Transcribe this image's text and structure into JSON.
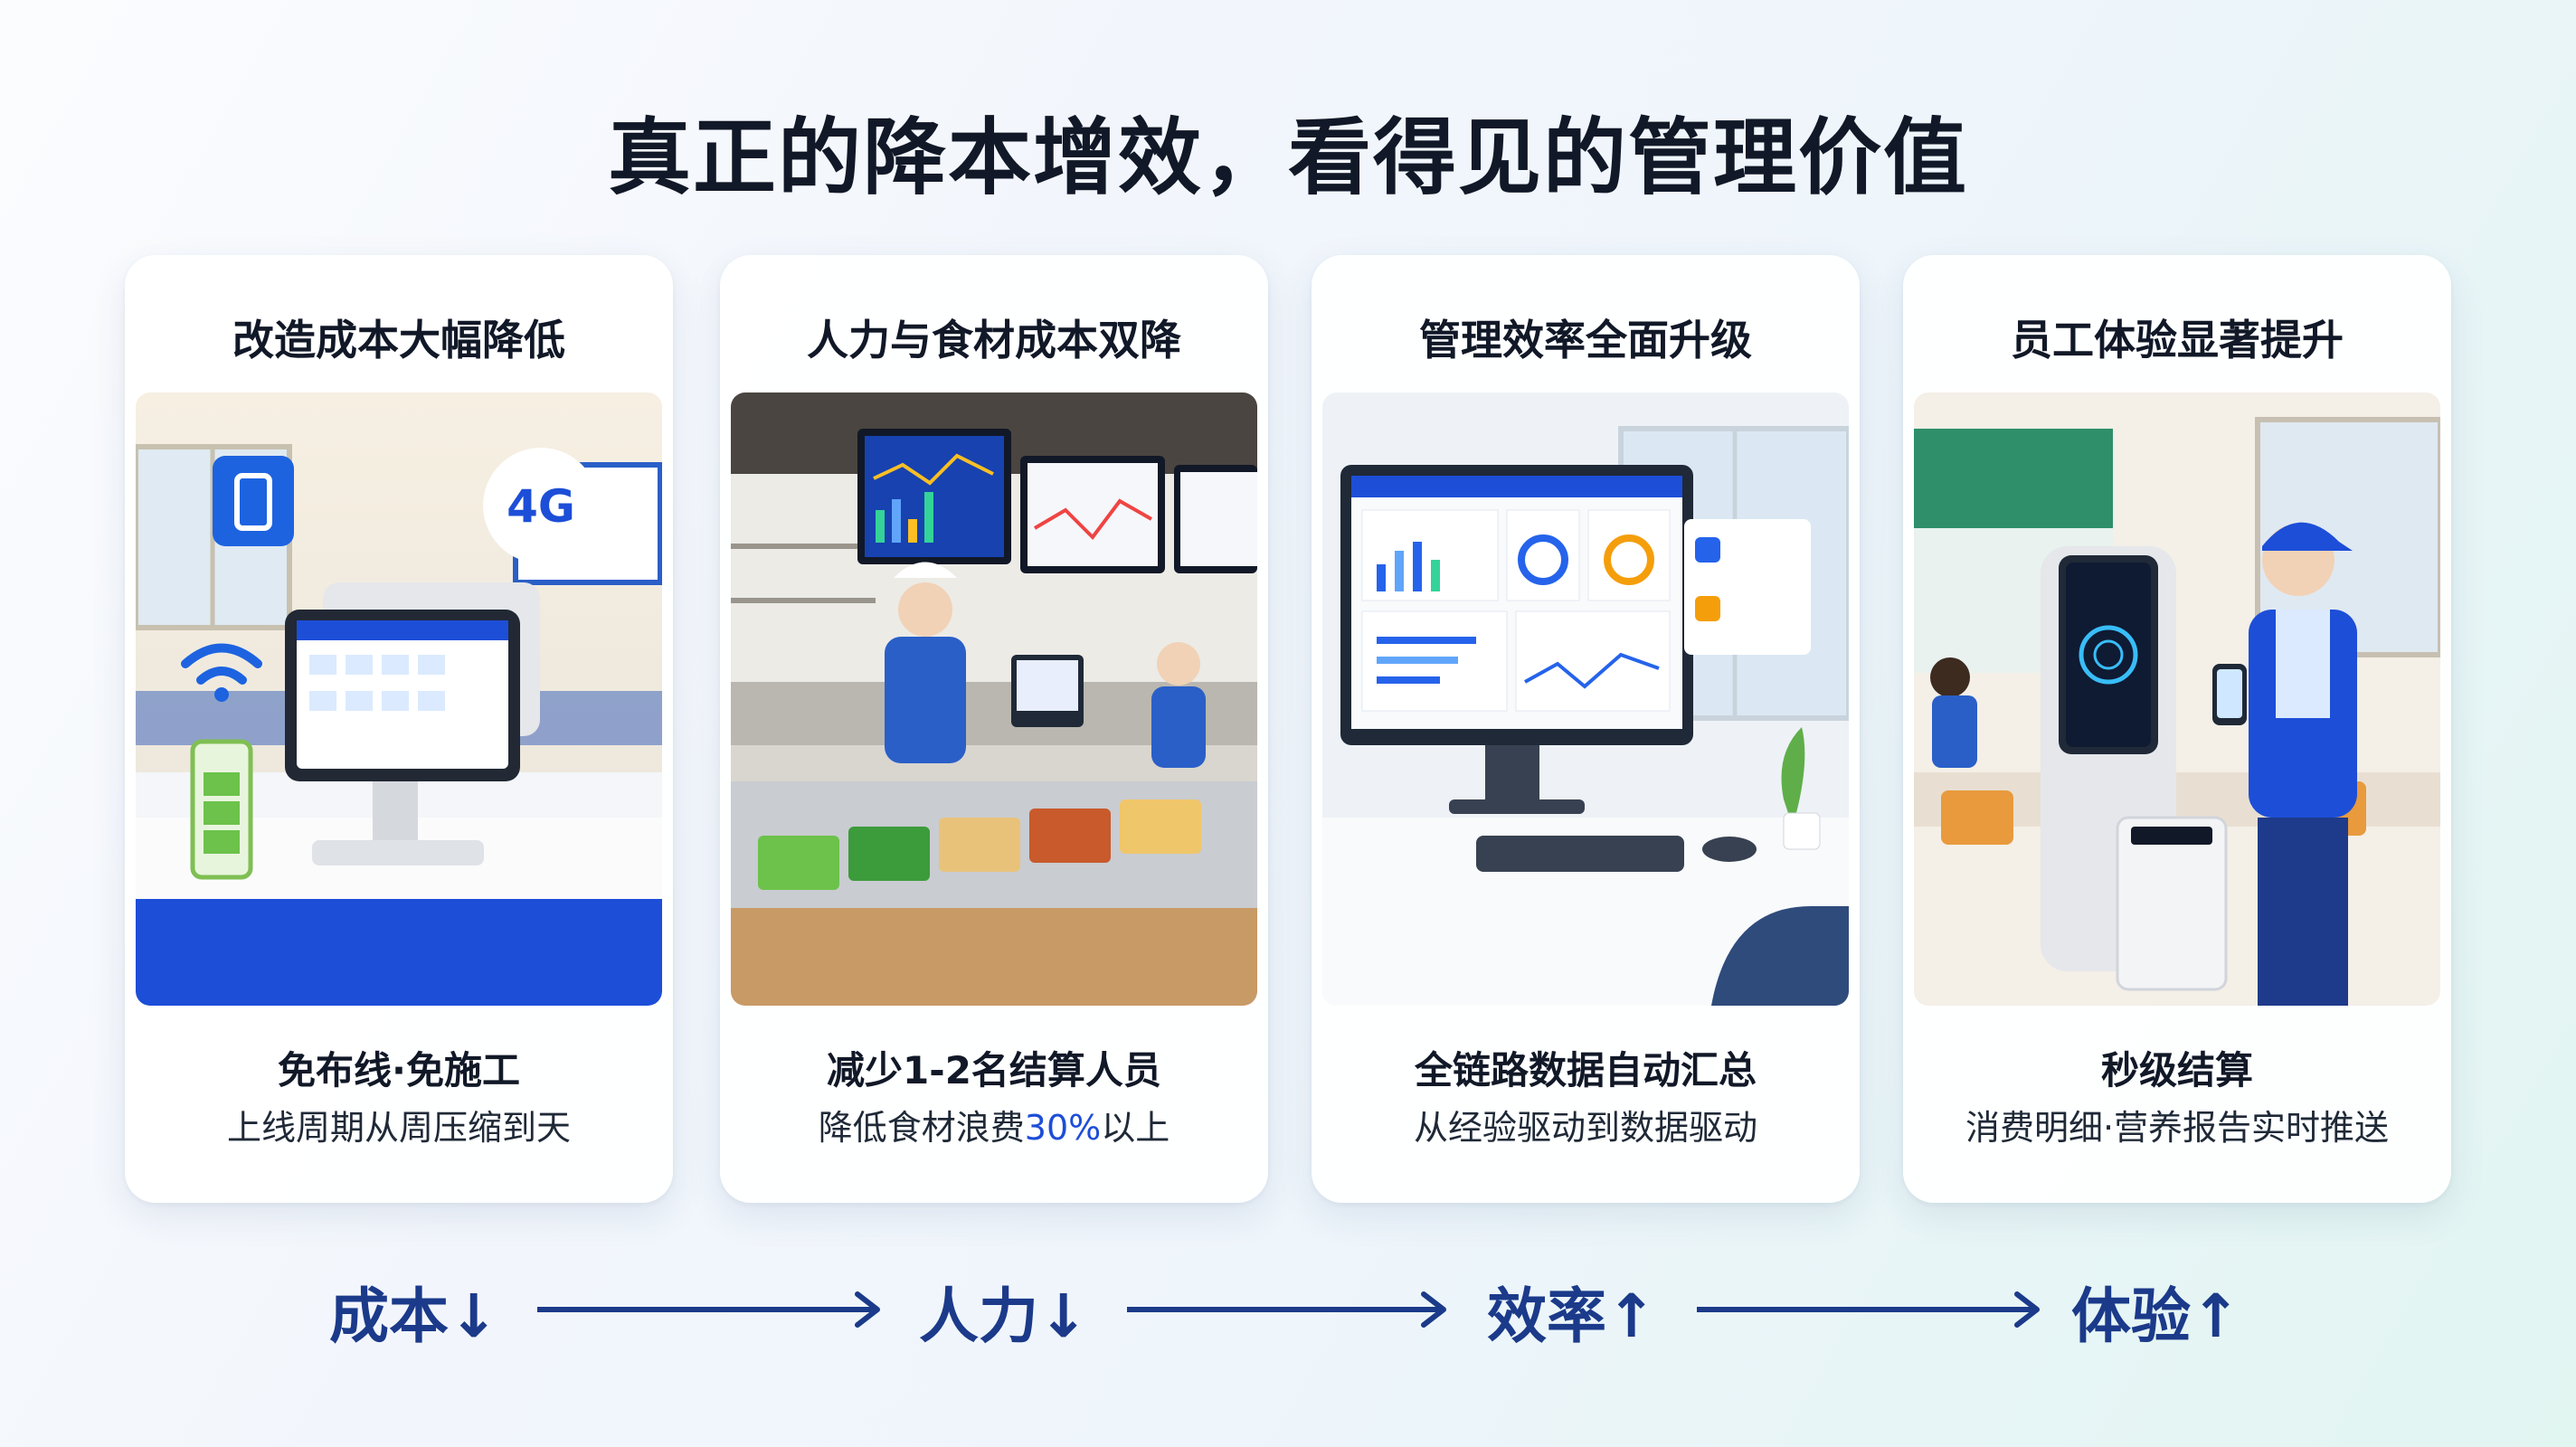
{
  "title": "真正的降本增效，看得见的管理价值",
  "colors": {
    "accent": "#1d4ed8",
    "navy": "#1b3a8a",
    "title": "#111827"
  },
  "cards": [
    {
      "title": "改造成本大幅降低",
      "main": "免布线·免施工",
      "sub": "上线周期从周压缩到天",
      "image": "canteen-pos-terminal-wifi-4g-battery",
      "icons": [
        "battery-icon",
        "4g-icon",
        "wifi-icon"
      ],
      "badge_4g": "4G"
    },
    {
      "title": "人力与食材成本双降",
      "main": "减少1-2名结算人员",
      "sub_prefix": "降低食材浪费",
      "sub_highlight": "30%",
      "sub_suffix": "以上",
      "image": "kitchen-chefs-food-trays-dashboards"
    },
    {
      "title": "管理效率全面升级",
      "main": "全链路数据自动汇总",
      "sub": "从经验驱动到数据驱动",
      "image": "monitor-dashboard-office-desk"
    },
    {
      "title": "员工体验显著提升",
      "main": "秒级结算",
      "sub": "消费明细·营养报告实时推送",
      "image": "employee-phone-face-recognition-kiosk"
    }
  ],
  "flow": [
    "成本↓",
    "人力↓",
    "效率↑",
    "体验↑"
  ]
}
